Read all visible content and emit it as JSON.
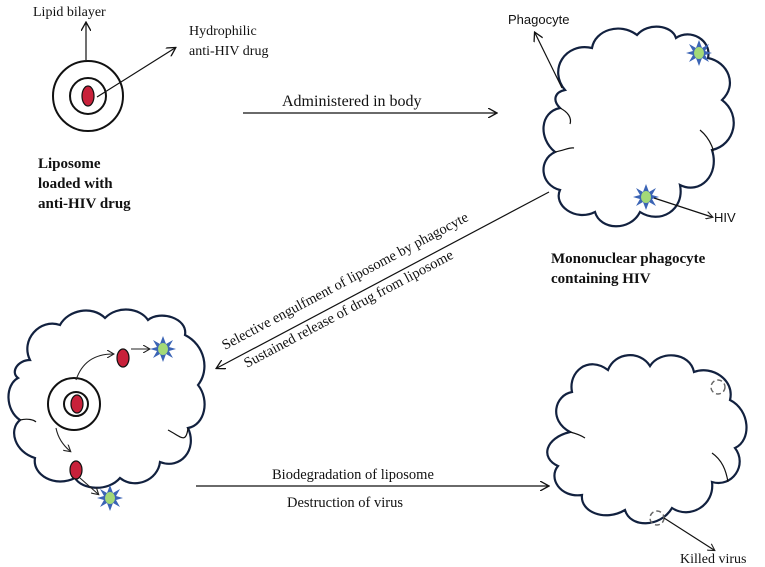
{
  "diagram": {
    "title": "Liposome-mediated anti-HIV drug delivery to mononuclear phagocytes",
    "colors": {
      "cell_outline": "#12213f",
      "drug": "#c8213a",
      "virus_spikes": "#3b64b5",
      "virus_core": "#a3d977",
      "killed_virus": "#666666",
      "text": "#111111"
    },
    "liposome": {
      "label_lines": [
        "Liposome",
        "loaded with",
        "anti-HIV drug"
      ],
      "bilayer_label": "Lipid bilayer",
      "drug_label_lines": [
        "Hydrophilic",
        "anti-HIV drug"
      ]
    },
    "infected_phagocyte": {
      "pointer_label": "Phagocyte",
      "virus_label": "HIV",
      "label_lines": [
        "Mononuclear phagocyte",
        "containing HIV"
      ],
      "virus_count": 2
    },
    "treated_phagocyte": {
      "liposome_count": 1,
      "released_drug_count": 2,
      "virus_count": 2
    },
    "cleared_phagocyte": {
      "killed_virus_label": "Killed virus",
      "killed_virus_count": 2
    },
    "steps": [
      {
        "id": "administer",
        "labels": [
          "Administered in body"
        ]
      },
      {
        "id": "engulf",
        "labels": [
          "Selective engulfment of liposome by phagocyte",
          "Sustained release of drug from liposome"
        ]
      },
      {
        "id": "degrade",
        "labels": [
          "Biodegradation of  liposome",
          "Destruction of virus"
        ]
      }
    ]
  }
}
